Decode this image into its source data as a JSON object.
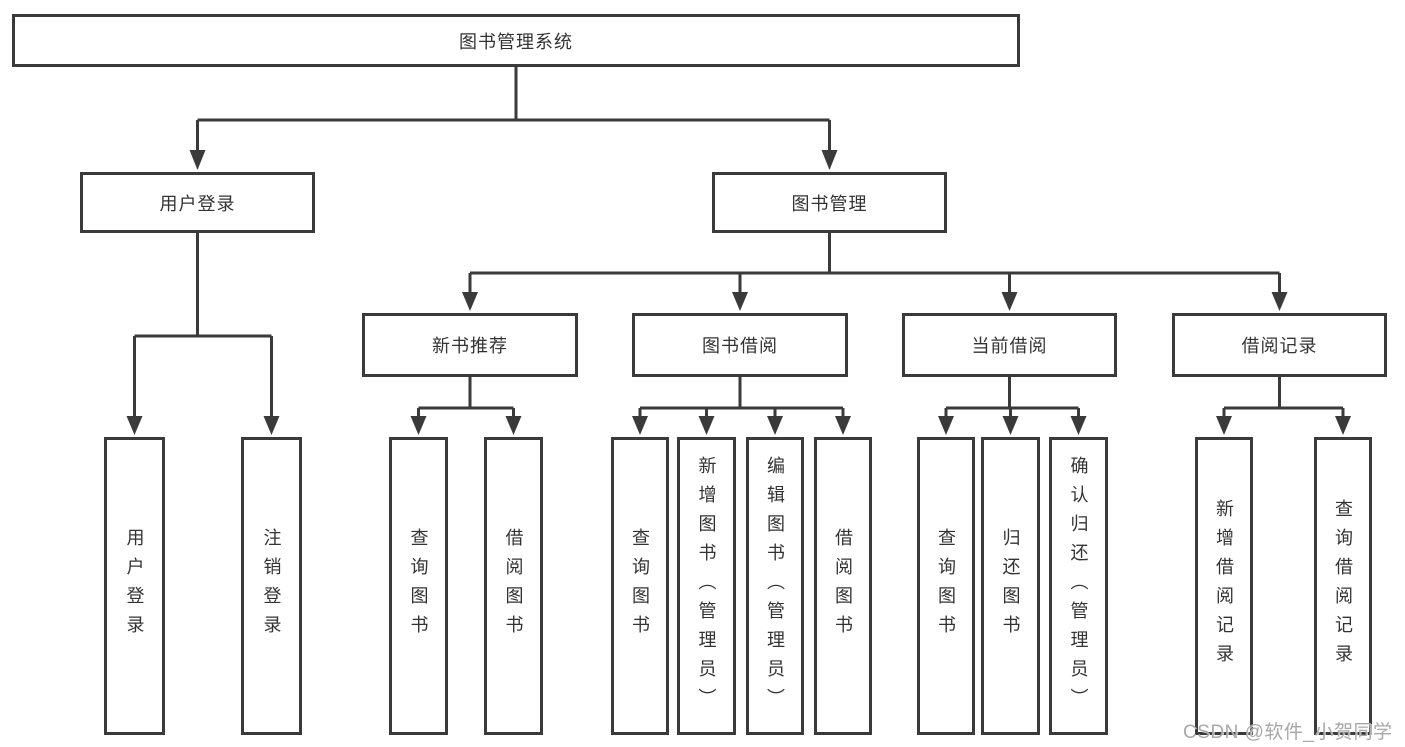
{
  "colors": {
    "background": "#ffffff",
    "line": "#3a3a3a",
    "box_border": "#3a3a3a",
    "text": "#333333",
    "watermark": "#a8a8a8"
  },
  "tree": {
    "root": {
      "label": "图书管理系统"
    },
    "level1": [
      {
        "label": "用户登录"
      },
      {
        "label": "图书管理"
      }
    ],
    "user_children": [
      {
        "label": "用户登录"
      },
      {
        "label": "注销登录"
      }
    ],
    "level2": [
      {
        "label": "新书推荐"
      },
      {
        "label": "图书借阅"
      },
      {
        "label": "当前借阅"
      },
      {
        "label": "借阅记录"
      }
    ],
    "new_book_children": [
      {
        "label": "查询图书"
      },
      {
        "label": "借阅图书"
      }
    ],
    "borrow_children": [
      {
        "label": "查询图书"
      },
      {
        "label": "新增图书（管理员）"
      },
      {
        "label": "编辑图书（管理员）"
      },
      {
        "label": "借阅图书"
      }
    ],
    "current_children": [
      {
        "label": "查询图书"
      },
      {
        "label": "归还图书"
      },
      {
        "label": "确认归还（管理员）"
      }
    ],
    "record_children": [
      {
        "label": "新增借阅记录"
      },
      {
        "label": "查询借阅记录"
      }
    ]
  },
  "watermark": {
    "text": "CSDN @软件_小贺同学"
  }
}
